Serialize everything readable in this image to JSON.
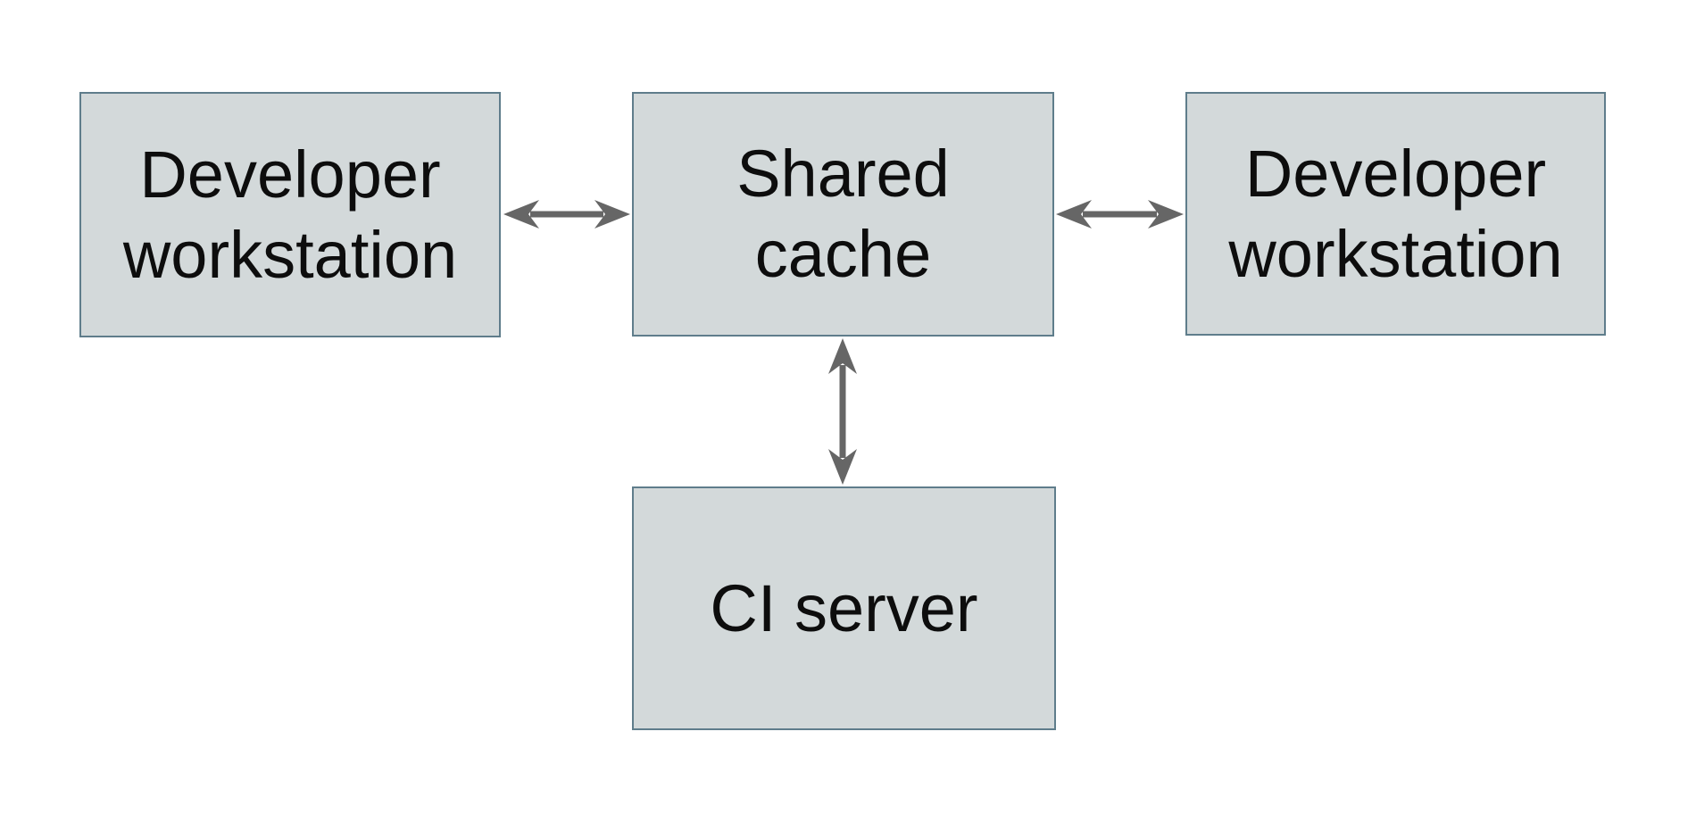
{
  "colors": {
    "background": "#ffffff",
    "node_fill": "#d3d9da",
    "node_border": "#5f7d8b",
    "arrow": "#666666",
    "text": "#0d0d0d"
  },
  "nodes": [
    {
      "id": "developer-workstation-left",
      "label": "Developer workstation"
    },
    {
      "id": "shared-cache",
      "label": "Shared cache"
    },
    {
      "id": "developer-workstation-right",
      "label": "Developer workstation"
    },
    {
      "id": "ci-server",
      "label": "CI server"
    }
  ],
  "edges": [
    {
      "from": "developer-workstation-left",
      "to": "shared-cache",
      "direction": "bidirectional"
    },
    {
      "from": "developer-workstation-right",
      "to": "shared-cache",
      "direction": "bidirectional"
    },
    {
      "from": "ci-server",
      "to": "shared-cache",
      "direction": "bidirectional"
    }
  ]
}
